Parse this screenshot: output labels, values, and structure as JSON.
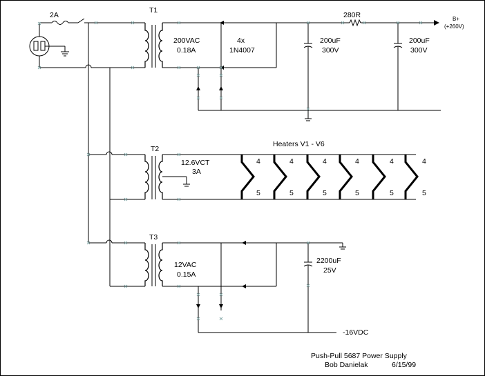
{
  "fuse": "2A",
  "t1": {
    "ref": "T1",
    "voltage": "200VAC",
    "current": "0.18A"
  },
  "rectifier": {
    "qty": "4x",
    "part": "1N4007"
  },
  "resistor": "280R",
  "bplus": {
    "label": "B+",
    "value": "(+260V)"
  },
  "cap1": {
    "value": "200uF",
    "voltage": "300V"
  },
  "cap2": {
    "value": "200uF",
    "voltage": "300V"
  },
  "heaters": {
    "title": "Heaters V1 - V6",
    "pin_top": [
      "4",
      "4",
      "4",
      "4",
      "4",
      "4"
    ],
    "pin_bottom": [
      "5",
      "5",
      "5",
      "5",
      "5",
      "5"
    ]
  },
  "t2": {
    "ref": "T2",
    "voltage": "12.6VCT",
    "current": "3A"
  },
  "t3": {
    "ref": "T3",
    "voltage": "12VAC",
    "current": "0.15A"
  },
  "cap3": {
    "value": "2200uF",
    "voltage": "25V"
  },
  "neg_out": "-16VDC",
  "credit": {
    "title": "Push-Pull 5687 Power Supply",
    "author": "Bob Danielak",
    "date": "6/15/99"
  }
}
